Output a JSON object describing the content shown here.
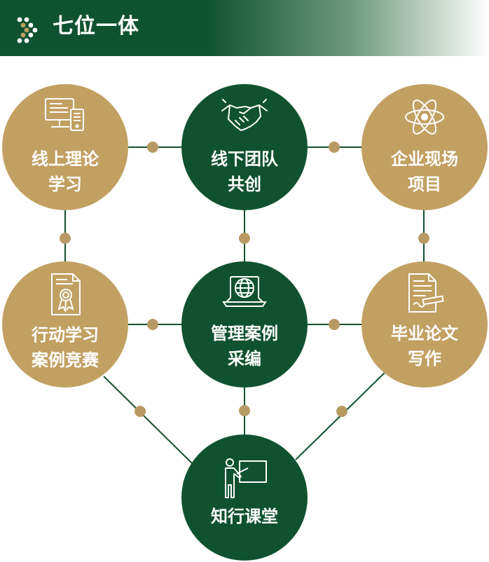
{
  "header": {
    "title": "七位一体"
  },
  "colors": {
    "green": "#10522f",
    "gold": "#c2a062",
    "connector_dot": "#b79a63",
    "connector_line": "#10522f"
  },
  "nodes": {
    "online": {
      "line1": "线上理论",
      "line2": "学习",
      "icon": "computer-icon"
    },
    "team": {
      "line1": "线下团队",
      "line2": "共创",
      "icon": "handshake-icon"
    },
    "project": {
      "line1": "企业现场",
      "line2": "项目",
      "icon": "atom-icon"
    },
    "action": {
      "line1": "行动学习",
      "line2": "案例竞赛",
      "icon": "certificate-icon"
    },
    "case": {
      "line1": "管理案例",
      "line2": "采编",
      "icon": "globe-laptop-icon"
    },
    "thesis": {
      "line1": "毕业论文",
      "line2": "写作",
      "icon": "document-pen-icon"
    },
    "classroom": {
      "line1": "知行课堂",
      "icon": "teacher-board-icon"
    }
  }
}
